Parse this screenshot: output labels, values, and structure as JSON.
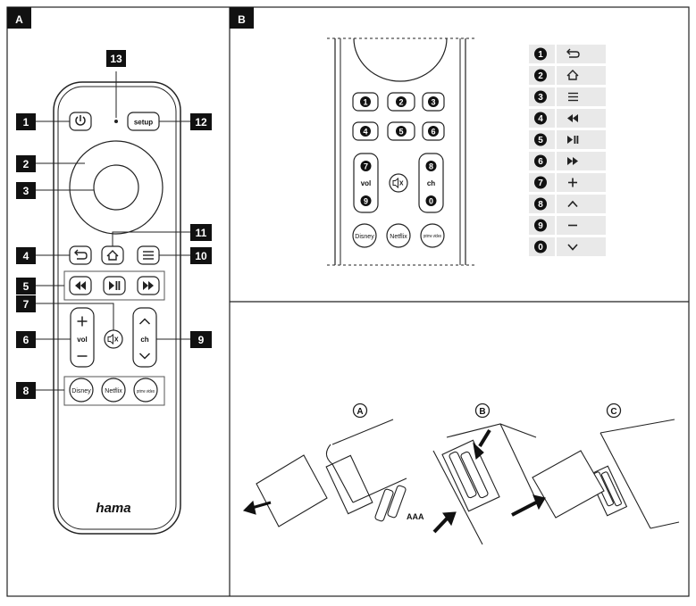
{
  "panels": {
    "a": "A",
    "b": "B"
  },
  "remote": {
    "brand": "hama",
    "setup": "setup",
    "vol": "vol",
    "ch": "ch",
    "apps": [
      "Disney",
      "Netflix",
      "prime video"
    ],
    "power_icon": "power-icon",
    "back_icon": "back-icon",
    "home_icon": "home-icon",
    "menu_icon": "menu-icon",
    "mute_icon": "mute-icon"
  },
  "callouts": {
    "c1": "1",
    "c2": "2",
    "c3": "3",
    "c4": "4",
    "c5": "5",
    "c6": "6",
    "c7": "7",
    "c8": "8",
    "c9": "9",
    "c10": "10",
    "c11": "11",
    "c12": "12",
    "c13": "13"
  },
  "keypad": {
    "k1": "1",
    "k2": "2",
    "k3": "3",
    "k4": "4",
    "k5": "5",
    "k6": "6",
    "k7": "7",
    "k8": "8",
    "k9": "9",
    "k0": "0",
    "vol": "vol",
    "ch": "ch",
    "apps": [
      "Disney",
      "Netflix",
      "prime video"
    ]
  },
  "legend": [
    {
      "num": "1",
      "icon": "back-icon"
    },
    {
      "num": "2",
      "icon": "home-icon"
    },
    {
      "num": "3",
      "icon": "menu-icon"
    },
    {
      "num": "4",
      "icon": "rewind-icon"
    },
    {
      "num": "5",
      "icon": "play-pause-icon"
    },
    {
      "num": "6",
      "icon": "fast-forward-icon"
    },
    {
      "num": "7",
      "icon": "plus-icon"
    },
    {
      "num": "8",
      "icon": "chevron-up-icon"
    },
    {
      "num": "9",
      "icon": "minus-icon"
    },
    {
      "num": "0",
      "icon": "chevron-down-icon"
    }
  ],
  "battery_steps": {
    "a": "A",
    "b": "B",
    "c": "C",
    "battery_label": "AAA"
  }
}
